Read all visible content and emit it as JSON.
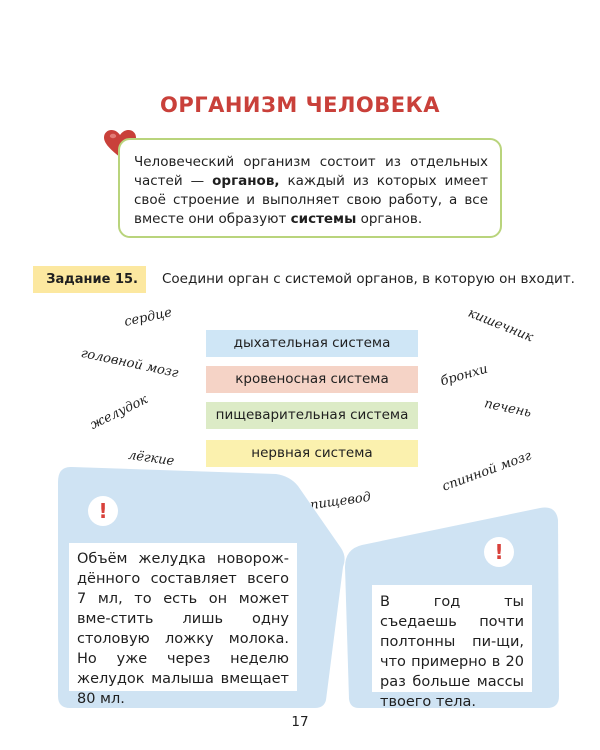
{
  "title": "ОРГАНИЗМ ЧЕЛОВЕКА",
  "intro": {
    "before_organs": "Человеческий организм состоит из отдельных частей — ",
    "organs": "органов,",
    "middle": " каждый из которых имеет своё строение и выполняет свою работу, а все вместе они образуют ",
    "systems": "системы",
    "after": " органов."
  },
  "task": {
    "label": "Задание 15.",
    "text": "Соедини орган с системой органов, в которую он входит."
  },
  "systems": [
    "дыхательная система",
    "кровеносная система",
    "пищеварительная система",
    "нервная система"
  ],
  "organs": {
    "heart": "сердце",
    "brain": "головной мозг",
    "stomach": "желудок",
    "lungs": "лёгкие",
    "esophagus": "пищевод",
    "intestine": "кишечник",
    "bronchi": "бронхи",
    "liver": "печень",
    "spinal_cord": "спинной мозг"
  },
  "facts": {
    "left": "Объём желудка новорож-дённого составляет всего 7 мл, то есть он может вме-стить лишь одну столовую ложку молока. Но уже через неделю желудок малыша вмещает 80 мл.",
    "right": "В год ты съедаешь почти полтонны пи-щи, что примерно в 20 раз больше массы твоего тела."
  },
  "exclamation": "!",
  "page_number": "17",
  "colors": {
    "title": "#c9403a",
    "intro_border": "#b9d47c",
    "task_badge": "#fce8a0",
    "panel_blue": "#cfe3f3",
    "system_colors": [
      "#cfe6f6",
      "#f5d3c6",
      "#dcebc6",
      "#fbf1ae"
    ]
  }
}
